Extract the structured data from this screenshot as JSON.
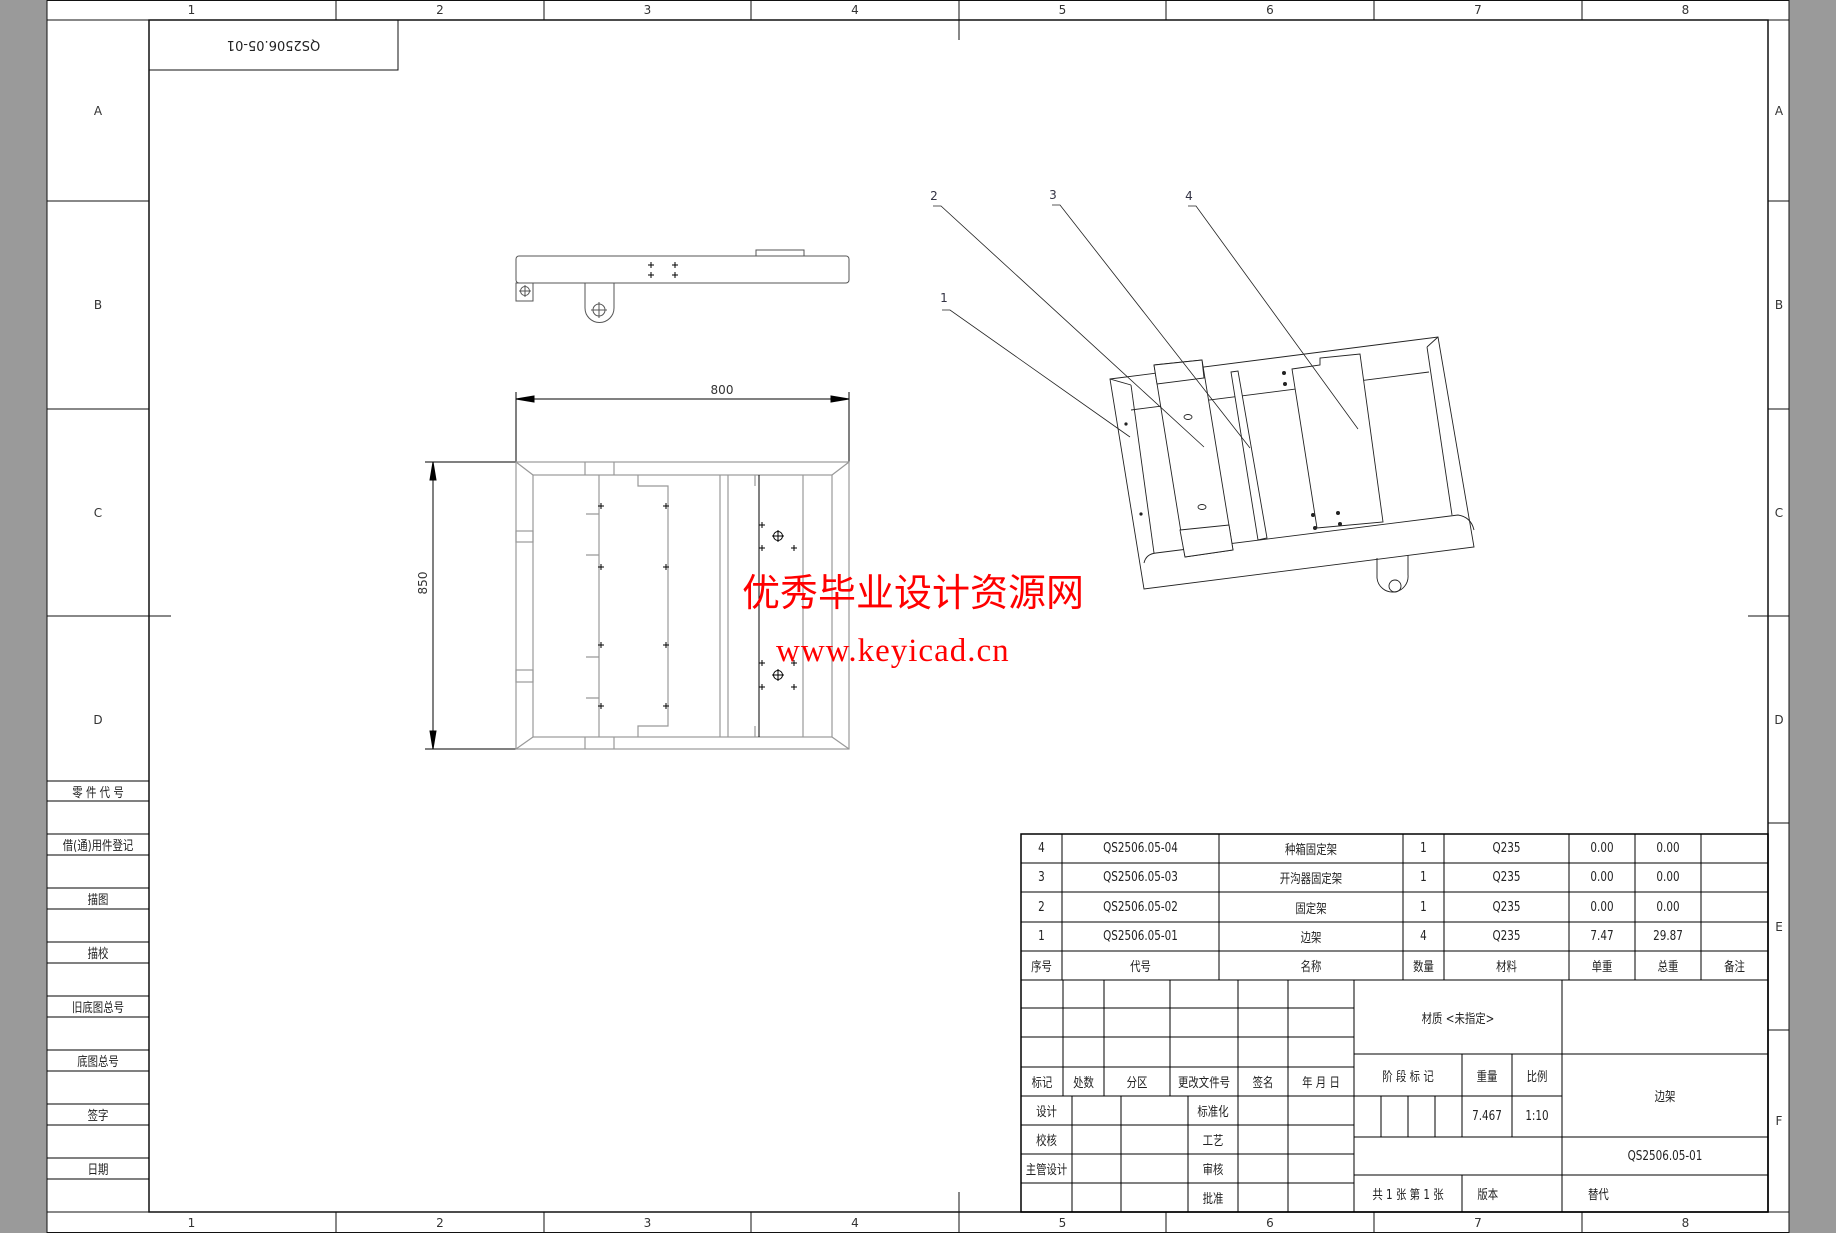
{
  "drawing_code_stamp": "QS2506.05-01",
  "grid": {
    "columns": [
      "1",
      "2",
      "3",
      "4",
      "5",
      "6",
      "7",
      "8"
    ],
    "rows_left": [
      "A",
      "B",
      "C",
      "D"
    ],
    "rows_right": [
      "A",
      "B",
      "C",
      "D",
      "E",
      "F"
    ]
  },
  "left_column": [
    "零 件 代 号",
    "借(通)用件登记",
    "描图",
    "描校",
    "旧底图总号",
    "底图总号",
    "签字",
    "日期"
  ],
  "dimensions": {
    "width": "800",
    "height": "850"
  },
  "balloons": [
    "1",
    "2",
    "3",
    "4"
  ],
  "watermark": {
    "line1": "优秀毕业设计资源网",
    "line2": "www.keyicad.cn"
  },
  "bom": {
    "rows": [
      [
        "4",
        "QS2506.05-04",
        "种箱固定架",
        "1",
        "Q235",
        "0.00",
        "0.00",
        ""
      ],
      [
        "3",
        "QS2506.05-03",
        "开沟器固定架",
        "1",
        "Q235",
        "0.00",
        "0.00",
        ""
      ],
      [
        "2",
        "QS2506.05-02",
        "固定架",
        "1",
        "Q235",
        "0.00",
        "0.00",
        ""
      ],
      [
        "1",
        "QS2506.05-01",
        "边架",
        "4",
        "Q235",
        "7.47",
        "29.87",
        ""
      ]
    ],
    "headers": [
      "序号",
      "代号",
      "名称",
      "数量",
      "材料",
      "单重",
      "总重",
      "备注"
    ]
  },
  "title_block": {
    "change_headers": [
      "标记",
      "处数",
      "分区",
      "更改文件号",
      "签名",
      "年 月 日"
    ],
    "sign_labels_left": [
      "设计",
      "校核",
      "主管设计",
      ""
    ],
    "sign_labels_mid": [
      "标准化",
      "工艺",
      "审核",
      "批准"
    ],
    "material": "材质 <未指定>",
    "stage_mark": "阶 段 标 记",
    "weight_label": "重量",
    "scale_label": "比例",
    "weight": "7.467",
    "scale": "1:10",
    "sheets": "共 1 张    第 1 张",
    "version": "版本",
    "part_name": "边架",
    "drawing_number": "QS2506.05-01",
    "replaces": "替代"
  }
}
